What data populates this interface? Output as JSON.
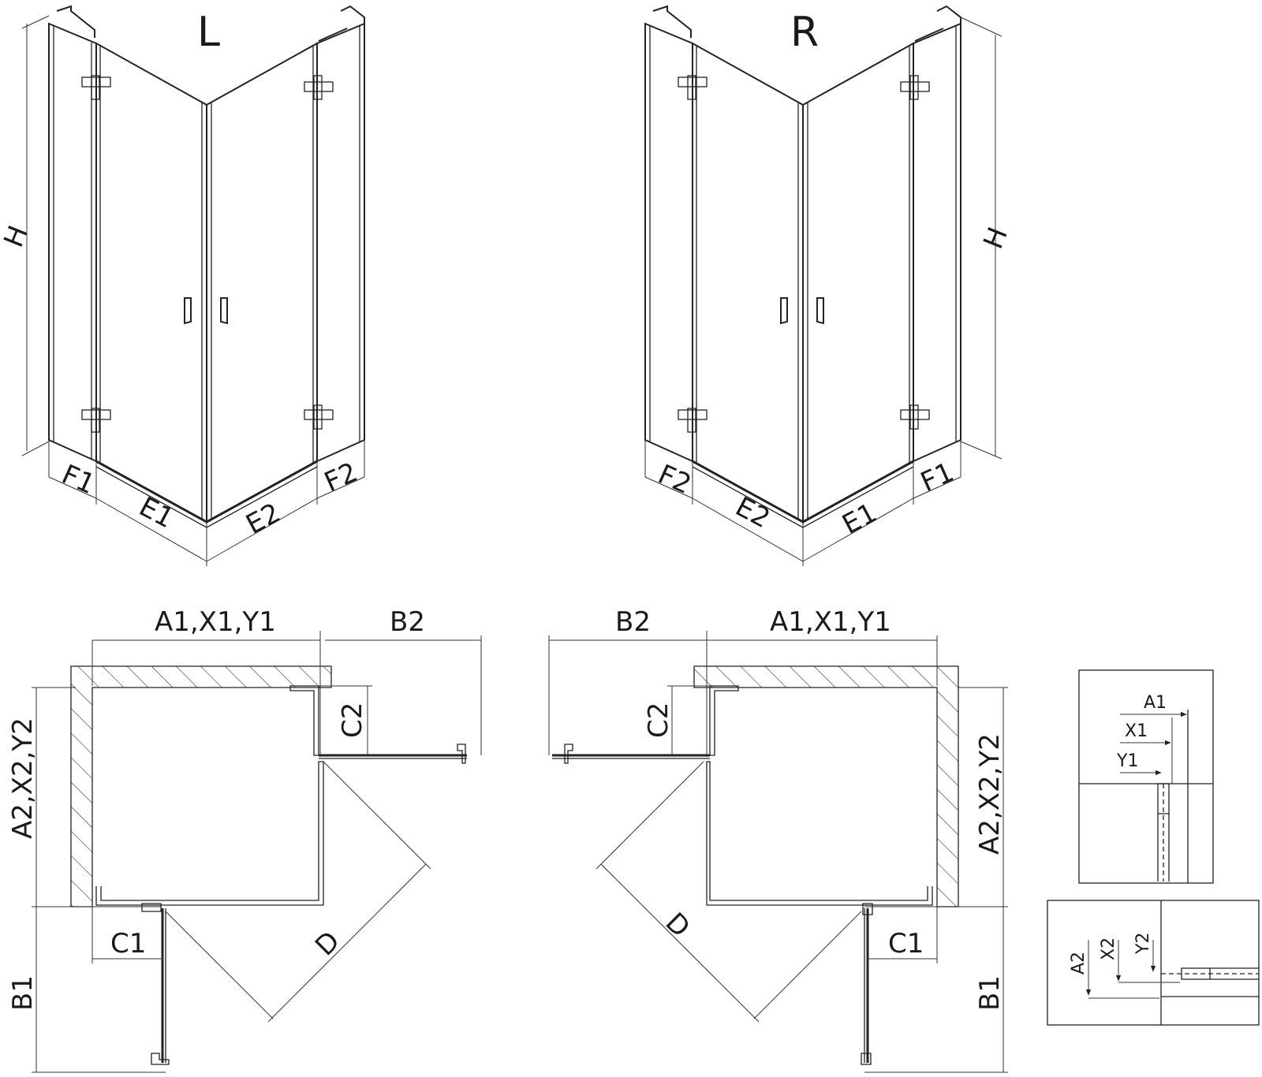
{
  "views": {
    "left": {
      "title": "L",
      "dims": {
        "H": "H",
        "F1": "F1",
        "E1": "E1",
        "E2": "E2",
        "F2": "F2"
      }
    },
    "right": {
      "title": "R",
      "dims": {
        "H": "H",
        "F1": "F1",
        "E1": "E1",
        "E2": "E2",
        "F2": "F2"
      }
    }
  },
  "plan_left": {
    "top": "A1,X1,Y1",
    "b2": "B2",
    "c2": "C2",
    "side": "A2,X2,Y2",
    "c1": "C1",
    "b1": "B1",
    "d": "D"
  },
  "plan_right": {
    "top": "A1,X1,Y1",
    "b2": "B2",
    "c2": "C2",
    "side": "A2,X2,Y2",
    "c1": "C1",
    "b1": "B1",
    "d": "D"
  },
  "detail_top": {
    "a1": "A1",
    "x1": "X1",
    "y1": "Y1"
  },
  "detail_bottom": {
    "a2": "A2",
    "x2": "X2",
    "y2": "Y2"
  }
}
